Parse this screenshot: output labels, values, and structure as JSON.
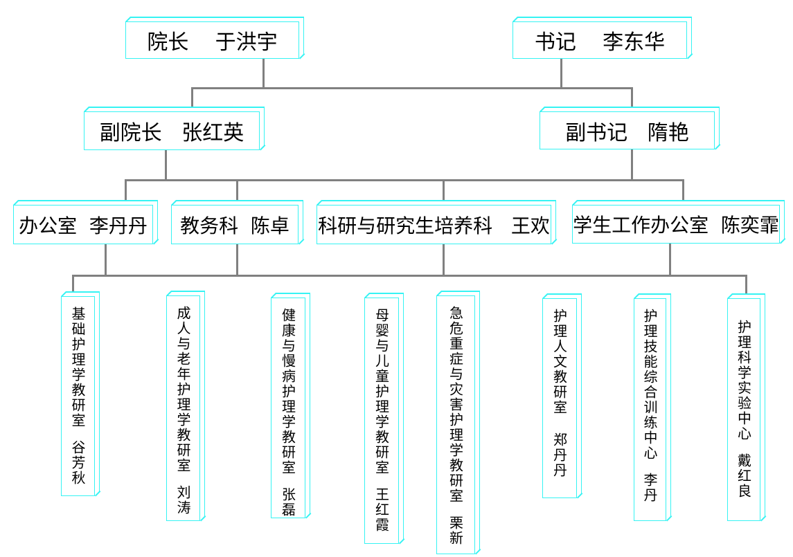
{
  "top": [
    {
      "label": "院长    于洪宇"
    },
    {
      "label": "书记    李东华"
    }
  ],
  "deputies": [
    {
      "label": "副院长   张红英"
    },
    {
      "label": "副书记   隋艳"
    }
  ],
  "offices": [
    {
      "label": "办公室  李丹丹"
    },
    {
      "label": "教务科  陈卓"
    },
    {
      "label": "科研与研究生培养科   王欢"
    },
    {
      "label": "学生工作办公室  陈奕霏"
    }
  ],
  "units": [
    {
      "label": "基础护理学教研室  谷芳秋"
    },
    {
      "label": "成人与老年护理学教研室  刘涛"
    },
    {
      "label": "健康与慢病护理学教研室  张磊"
    },
    {
      "label": "母婴与儿童护理学教研室  王红霞"
    },
    {
      "label": "急危重症与灾害护理学教研室  栗新"
    },
    {
      "label": "护理人文教研室   郑丹丹"
    },
    {
      "label": "护理技能综合训练中心  李丹"
    },
    {
      "label": "护理科学实验中心  戴红良"
    }
  ],
  "colors": {
    "box_border": "#35f3f3",
    "connector": "#808080"
  }
}
